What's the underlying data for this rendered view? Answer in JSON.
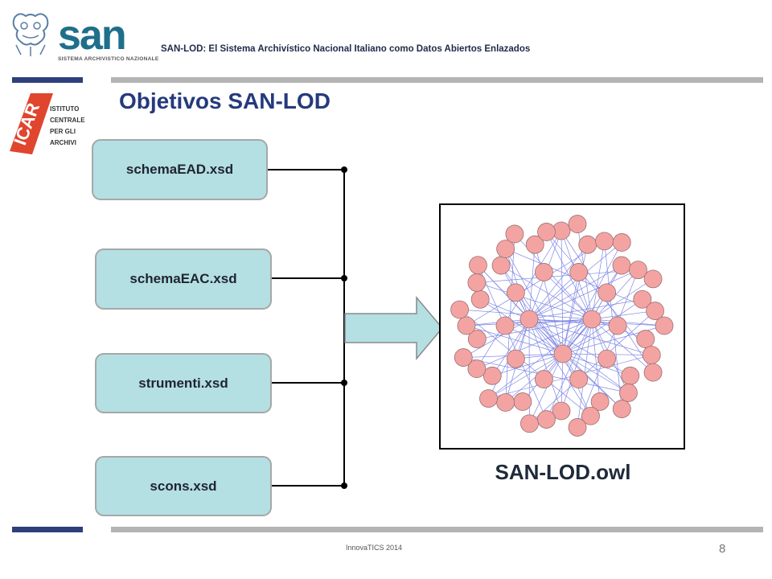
{
  "header": {
    "logo_text": "san",
    "logo_subtitle": "SISTEMA ARCHIVISTICO NAZIONALE",
    "title": "SAN-LOD: El Sistema Archivístico Nacional Italiano como Datos Abiertos Enlazados"
  },
  "icar_logo": {
    "brand": "ICAR",
    "lines": [
      "ISTITUTO",
      "CENTRALE",
      "PER GLI",
      "ARCHIVI"
    ]
  },
  "slide": {
    "title": "Objetivos SAN-LOD"
  },
  "schemas": [
    {
      "label": "schemaEAD.xsd"
    },
    {
      "label": "schemaEAC.xsd"
    },
    {
      "label": "strumenti.xsd"
    },
    {
      "label": "scons.xsd"
    }
  ],
  "output": {
    "label": "SAN-LOD.owl"
  },
  "footer": {
    "event": "InnovaTICS 2014",
    "page_number": "8"
  },
  "colors": {
    "box_fill": "#b4dfe3",
    "title_color": "#253a7c",
    "bar_dark": "#2e3f7a",
    "bar_gray": "#b4b4b4",
    "node_fill": "#f4a3a3",
    "edge_color": "#3b48d8"
  }
}
